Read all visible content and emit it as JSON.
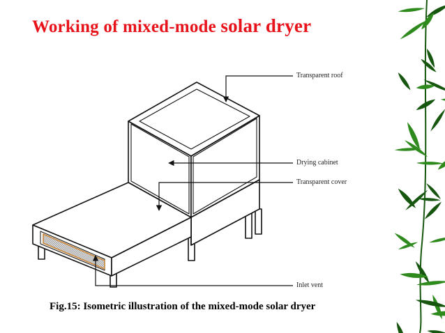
{
  "slide": {
    "title_parts": [
      "Working ",
      "of mixed-mode ",
      "solar dryer"
    ],
    "caption": "Fig.15: Isometric illustration of the mixed-mode solar dryer",
    "title_color": "#e8121b"
  },
  "diagram": {
    "labels": {
      "roof": "Transparent roof",
      "cabinet": "Drying cabinet",
      "cover": "Transparent cover",
      "inlet": "Inlet vent"
    },
    "accent_color": "#c8863a"
  },
  "decoration": {
    "leaf_color": "#2f8a1e",
    "leaf_dark": "#16560e"
  }
}
